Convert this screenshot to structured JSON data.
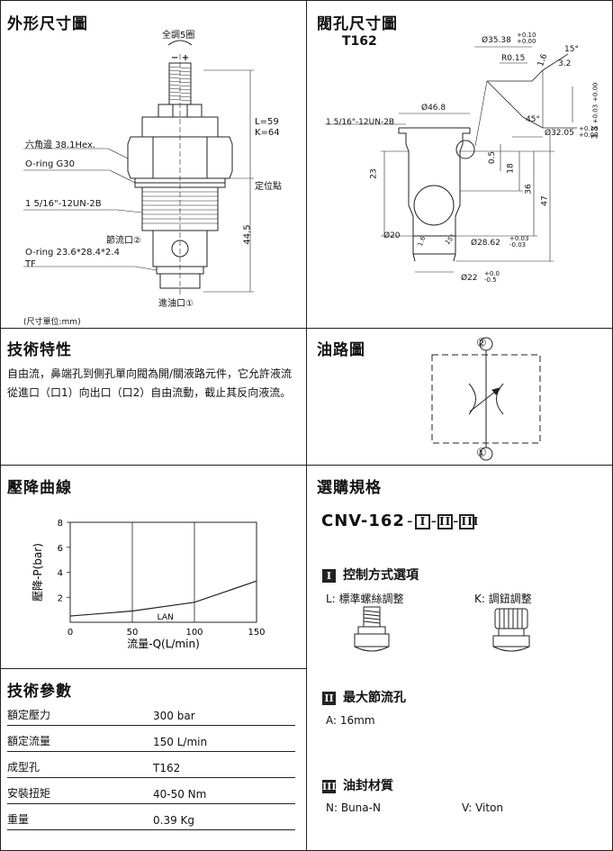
{
  "sections": {
    "outline": "外形尺寸圖",
    "cavity": "閥孔尺寸圖",
    "features": "技術特性",
    "circuit": "油路圖",
    "curve": "壓降曲線",
    "ordering": "選購規格",
    "params": "技術參數"
  },
  "outline": {
    "adjust_note": "全調5圈",
    "minus_plus": "−  +",
    "hex": "六角邊 38.1Hex.",
    "oring_g30": "O-ring G30",
    "thread": "1 5/16\"-12UN-2B",
    "port2": "節流口②",
    "oring_tf": "O-ring 23.6*28.4*2.4",
    "tf": "TF",
    "port1": "進油口①",
    "dim_l": "L=59",
    "dim_k": "K=64",
    "seat": "定位點",
    "dim_445": "44.5",
    "unit": "(尺寸單位:mm)"
  },
  "cavity": {
    "code": "T162",
    "d3538": "Ø35.38",
    "d3538_tol_up": "+0.10",
    "d3538_tol_lo": "+0.00",
    "r015": "R0.15",
    "a15": "15°",
    "v16": "1.6",
    "v32": "3.2",
    "d468": "Ø46.8",
    "thread": "1 5/16\"-12UN-2B",
    "v33": "3.3",
    "v33_tol_up": "+0.03",
    "v33_tol_lo": "+0.00",
    "a45": "45°",
    "d3205": "Ø32.05",
    "d3205_tol_up": "+0.10",
    "d3205_tol_lo": "+0.00",
    "v05": "0.5",
    "v23": "23",
    "v18": "18",
    "v36": "36",
    "v47": "47",
    "d20": "Ø20",
    "v16b": "1.6",
    "a15b": "15°",
    "d2862": "Ø28.62",
    "d2862_tol_up": "+0.03",
    "d2862_tol_lo": "-0.03",
    "d22": "Ø22",
    "d22_tol_up": "+0.0",
    "d22_tol_lo": "-0.5"
  },
  "features": {
    "text": "自由流，鼻端孔到側孔單向閥為開/關液路元件，它允許液流從進口（口1）向出口（口2）自由流動，截止其反向液流。"
  },
  "circuit": {
    "port_top": "②",
    "port_bottom": "①"
  },
  "chart_data": {
    "type": "line",
    "x": [
      0,
      50,
      100,
      150
    ],
    "series": [
      {
        "name": "",
        "values": [
          0.5,
          0.9,
          1.6,
          3.3
        ]
      }
    ],
    "annotation": "LAN",
    "xlabel": "流量-Q(L/min)",
    "ylabel": "壓降-P(bar)",
    "xticks": [
      "0",
      "50",
      "100",
      "150"
    ],
    "yticks": [
      "2",
      "4",
      "6",
      "8"
    ],
    "xlim": [
      0,
      150
    ],
    "ylim": [
      0,
      8
    ],
    "grid": true
  },
  "params": {
    "rows": [
      {
        "key": "額定壓力",
        "value": "300 bar"
      },
      {
        "key": "額定流量",
        "value": "150 L/min"
      },
      {
        "key": "成型孔",
        "value": "T162"
      },
      {
        "key": "安裝扭矩",
        "value": "40-50 Nm"
      },
      {
        "key": "重量",
        "value": "0.39 Kg"
      }
    ]
  },
  "ordering": {
    "model_prefix": "CNV-162",
    "sep": "-",
    "r1": "I",
    "r2": "II",
    "r3": "III",
    "section1_title": "控制方式選項",
    "opt_l": "L: 標準螺絲調整",
    "opt_k": "K: 調鈕調整",
    "section2_title": "最大節流孔",
    "opt_a": "A:  16mm",
    "section3_title": "油封材質",
    "opt_n": "N:  Buna-N",
    "opt_v": "V:   Viton"
  }
}
